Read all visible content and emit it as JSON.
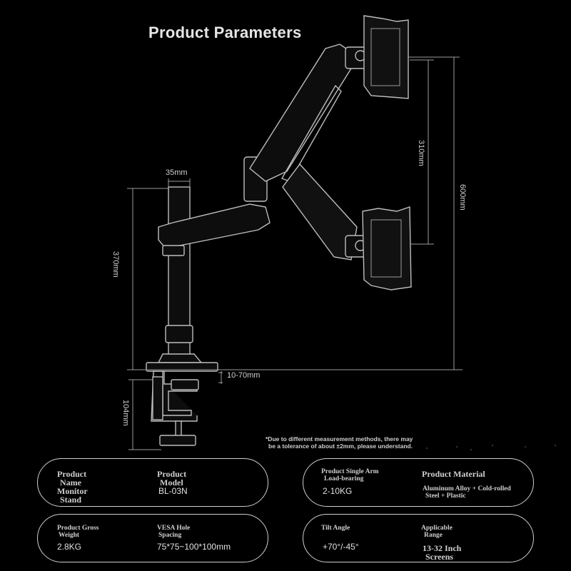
{
  "title": "Product Parameters",
  "dimensions": {
    "pole_width": "35mm",
    "pole_height": "370mm",
    "arm_height": "310mm",
    "total_height": "600mm",
    "clamp_range": "10-70mm",
    "clamp_height": "104mm"
  },
  "note": {
    "line1": "*Due to different measurement methods, there may",
    "line2": "be a tolerance of about ±2mm, please understand."
  },
  "specs": {
    "name_label_1": "Product",
    "name_label_2": "Name",
    "name_value_1": "Monitor",
    "name_value_2": "Stand",
    "model_label_1": "Product",
    "model_label_2": "Model",
    "model_value": "BL-03N",
    "load_label_1": "Product Single Arm",
    "load_label_2": "Load-bearing",
    "load_value": "2-10KG",
    "material_label": "Product Material",
    "material_value_1": "Aluminum Alloy + Cold-rolled",
    "material_value_2": "Steel + Plastic",
    "weight_label_1": "Product Gross",
    "weight_label_2": "Weight",
    "weight_value": "2.8KG",
    "vesa_label_1": "VESA Hole",
    "vesa_label_2": "Spacing",
    "vesa_value": "75*75~100*100mm",
    "tilt_label": "Tilt Angle",
    "tilt_value": "+70°/-45°",
    "range_label_1": "Applicable",
    "range_label_2": "Range",
    "range_value_1": "13-32 Inch",
    "range_value_2": "Screens"
  }
}
